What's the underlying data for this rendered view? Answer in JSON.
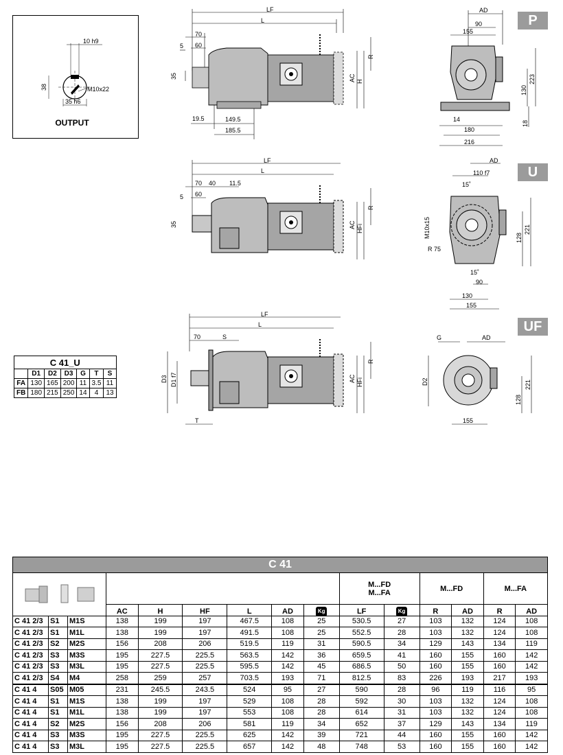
{
  "badges": {
    "p": "P",
    "u": "U",
    "uf": "UF"
  },
  "output": {
    "label": "OUTPUT",
    "dim_key": "10 h9",
    "dim_38": "38",
    "dim_thread": "M10x22",
    "dim_35": "35 h6"
  },
  "p_side": {
    "lf": "LF",
    "l": "L",
    "d70": "70",
    "d5": "5",
    "d60": "60",
    "d35": "35",
    "ac": "AC",
    "h": "H",
    "r": "R",
    "d19_5": "19.5",
    "d149_5": "149.5",
    "d185_5": "185.5"
  },
  "p_front": {
    "ad": "AD",
    "d90": "90",
    "d155": "155",
    "d223": "223",
    "d130": "130",
    "d14": "14",
    "d180": "180",
    "d18": "18",
    "d216": "216"
  },
  "u_side": {
    "lf": "LF",
    "l": "L",
    "d70": "70",
    "d40": "40",
    "d11_5": "11.5",
    "d5": "5",
    "d60": "60",
    "d35": "35",
    "ac": "AC",
    "hfi": "HFi",
    "r": "R"
  },
  "u_front": {
    "ad": "AD",
    "d110": "110 f7",
    "d15a": "15˚",
    "m10": "M10x15",
    "r75": "R 75",
    "d15b": "15˚",
    "d90": "90",
    "d130": "130",
    "d155": "155",
    "d128": "128",
    "d221": "221"
  },
  "uf_side": {
    "lf": "LF",
    "l": "L",
    "d70": "70",
    "s": "S",
    "d3": "D3",
    "d1": "D1 f7",
    "ac": "AC",
    "hfi": "HFi",
    "r": "R",
    "t": "T"
  },
  "uf_front": {
    "g": "G",
    "ad": "AD",
    "d2": "D2",
    "d128": "128",
    "d221": "221",
    "d155": "155"
  },
  "small_table": {
    "caption": "C 41_U",
    "headers": [
      "",
      "D1",
      "D2",
      "D3",
      "G",
      "T",
      "S"
    ],
    "rows": [
      [
        "FA",
        "130",
        "165",
        "200",
        "11",
        "3.5",
        "11"
      ],
      [
        "FB",
        "180",
        "215",
        "250",
        "14",
        "4",
        "13"
      ]
    ]
  },
  "main_table": {
    "title": "C 41",
    "group_mfd_mfa": "M...FD\nM...FA",
    "group_mfd": "M...FD",
    "group_mfa": "M...FA",
    "headers": [
      "AC",
      "H",
      "HF",
      "L",
      "AD",
      "Kg",
      "LF",
      "Kg",
      "R",
      "AD",
      "R",
      "AD"
    ],
    "rows": [
      [
        "C 41 2/3",
        "S1",
        "M1S",
        "138",
        "199",
        "197",
        "467.5",
        "108",
        "25",
        "530.5",
        "27",
        "103",
        "132",
        "124",
        "108"
      ],
      [
        "C 41 2/3",
        "S1",
        "M1L",
        "138",
        "199",
        "197",
        "491.5",
        "108",
        "25",
        "552.5",
        "28",
        "103",
        "132",
        "124",
        "108"
      ],
      [
        "C 41 2/3",
        "S2",
        "M2S",
        "156",
        "208",
        "206",
        "519.5",
        "119",
        "31",
        "590.5",
        "34",
        "129",
        "143",
        "134",
        "119"
      ],
      [
        "C 41 2/3",
        "S3",
        "M3S",
        "195",
        "227.5",
        "225.5",
        "563.5",
        "142",
        "36",
        "659.5",
        "41",
        "160",
        "155",
        "160",
        "142"
      ],
      [
        "C 41 2/3",
        "S3",
        "M3L",
        "195",
        "227.5",
        "225.5",
        "595.5",
        "142",
        "45",
        "686.5",
        "50",
        "160",
        "155",
        "160",
        "142"
      ],
      [
        "C 41 2/3",
        "S4",
        "M4",
        "258",
        "259",
        "257",
        "703.5",
        "193",
        "71",
        "812.5",
        "83",
        "226",
        "193",
        "217",
        "193"
      ],
      [
        "C 41 4",
        "S05",
        "M05",
        "231",
        "245.5",
        "243.5",
        "524",
        "95",
        "27",
        "590",
        "28",
        "96",
        "119",
        "116",
        "95"
      ],
      [
        "C 41 4",
        "S1",
        "M1S",
        "138",
        "199",
        "197",
        "529",
        "108",
        "28",
        "592",
        "30",
        "103",
        "132",
        "124",
        "108"
      ],
      [
        "C 41 4",
        "S1",
        "M1L",
        "138",
        "199",
        "197",
        "553",
        "108",
        "28",
        "614",
        "31",
        "103",
        "132",
        "124",
        "108"
      ],
      [
        "C 41 4",
        "S2",
        "M2S",
        "156",
        "208",
        "206",
        "581",
        "119",
        "34",
        "652",
        "37",
        "129",
        "143",
        "134",
        "119"
      ],
      [
        "C 41 4",
        "S3",
        "M3S",
        "195",
        "227.5",
        "225.5",
        "625",
        "142",
        "39",
        "721",
        "44",
        "160",
        "155",
        "160",
        "142"
      ],
      [
        "C 41 4",
        "S3",
        "M3L",
        "195",
        "227.5",
        "225.5",
        "657",
        "142",
        "48",
        "748",
        "53",
        "160",
        "155",
        "160",
        "142"
      ]
    ]
  },
  "colors": {
    "header_gray": "#9b9b9b"
  }
}
